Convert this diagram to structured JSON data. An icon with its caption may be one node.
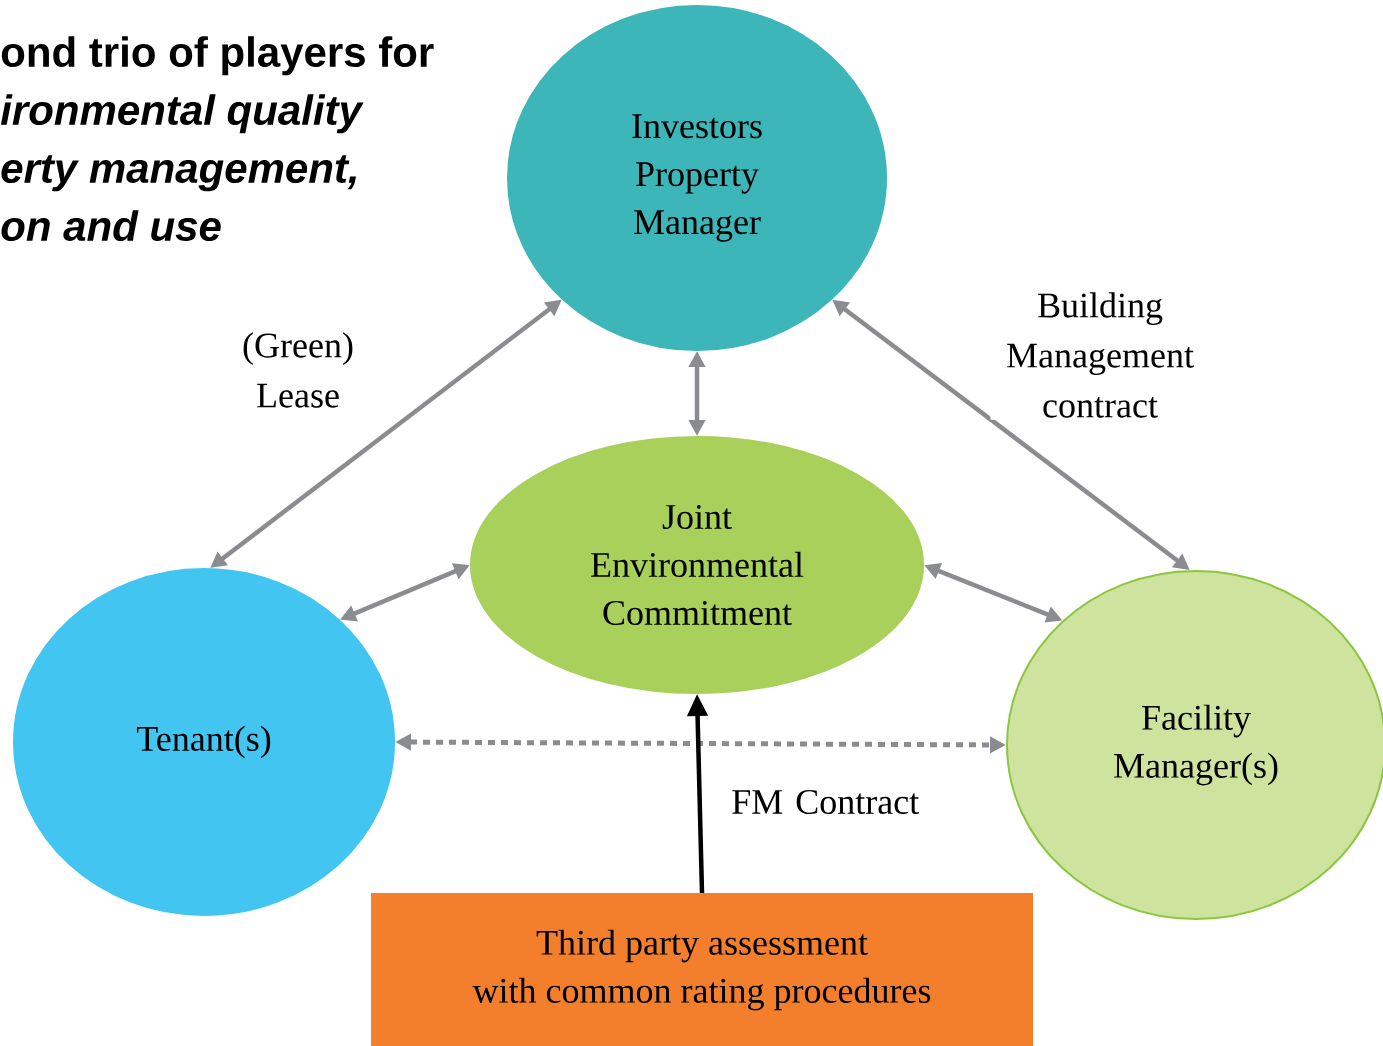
{
  "diagram": {
    "title": "ond trio of players for *ironmental quality erty management, on and use*",
    "nodes": [
      {
        "text": [
          "Investors Property Manager"
        ]
      },
      {
        "text": [
          "Joint Environmental Commitment"
        ]
      },
      {
        "text": [
          "Tenant(s)"
        ]
      },
      {
        "text": [
          "Facility Manager(s)"
        ]
      },
      {
        "text": [
          "Third party assessment with common rating procedures"
        ]
      }
    ],
    "edges": [
      {
        "from": 0,
        "to": 2,
        "arrow": "both",
        "label": "(Green) Lease"
      },
      {
        "from": 0,
        "to": 3,
        "arrow": "both",
        "label": "Building Management contract"
      },
      {
        "from": 0,
        "to": 1,
        "arrow": "both"
      },
      {
        "from": 1,
        "to": 2,
        "arrow": "both"
      },
      {
        "from": 1,
        "to": 3,
        "arrow": "both"
      },
      {
        "from": 2,
        "to": 3,
        "arrow": "both",
        "style": "dashed"
      },
      {
        "from": 4,
        "to": 1,
        "arrow": "to",
        "label": "FM Contract",
        "color": "#000000"
      }
    ]
  }
}
